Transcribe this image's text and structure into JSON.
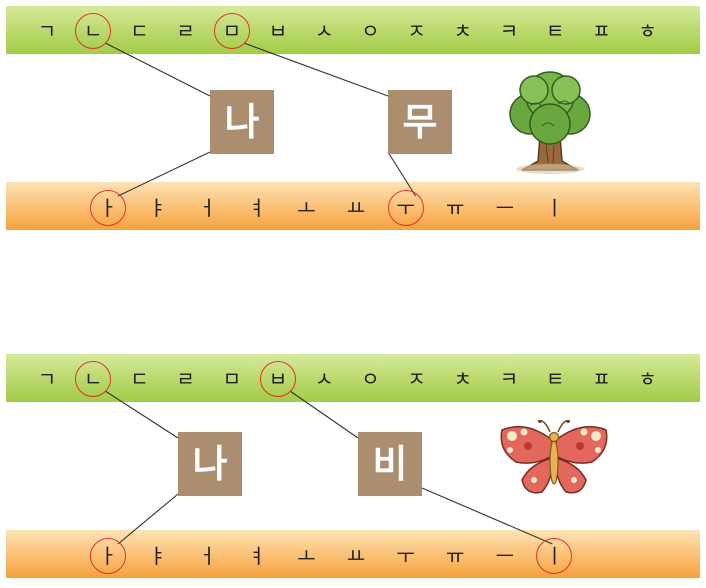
{
  "consonants": [
    "ㄱ",
    "ㄴ",
    "ㄷ",
    "ㄹ",
    "ㅁ",
    "ㅂ",
    "ㅅ",
    "ㅇ",
    "ㅈ",
    "ㅊ",
    "ㅋ",
    "ㅌ",
    "ㅍ",
    "ㅎ"
  ],
  "vowels": [
    "ㅏ",
    "ㅑ",
    "ㅓ",
    "ㅕ",
    "ㅗ",
    "ㅛ",
    "ㅜ",
    "ㅠ",
    "ㅡ",
    "ㅣ"
  ],
  "colors": {
    "circle": "#e0322b",
    "syllable_box": "#ab8d6f",
    "consonant_bar": "#b9d86a",
    "vowel_bar": "#fbbf72"
  },
  "panels": [
    {
      "picture": "tree-icon",
      "words": [
        {
          "syllable": "나",
          "consonant_index": 1,
          "vowel_index": 0
        },
        {
          "syllable": "무",
          "consonant_index": 4,
          "vowel_index": 6
        }
      ]
    },
    {
      "picture": "butterfly-icon",
      "words": [
        {
          "syllable": "나",
          "consonant_index": 1,
          "vowel_index": 0
        },
        {
          "syllable": "비",
          "consonant_index": 5,
          "vowel_index": 9
        }
      ]
    }
  ]
}
